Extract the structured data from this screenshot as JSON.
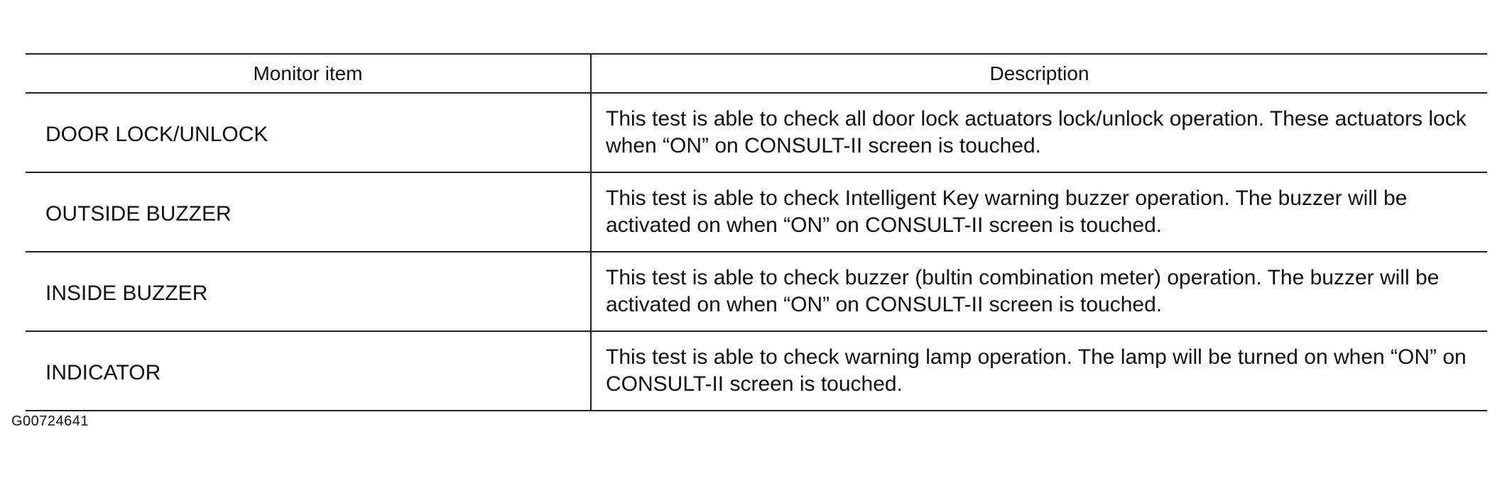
{
  "table": {
    "headers": {
      "item": "Monitor item",
      "description": "Description"
    },
    "rows": [
      {
        "item": "DOOR LOCK/UNLOCK",
        "description": "This test is able to check all door lock actuators lock/unlock operation. These actuators lock when “ON” on CONSULT-II screen is touched."
      },
      {
        "item": "OUTSIDE BUZZER",
        "description": "This test is able to check Intelligent Key warning buzzer operation. The buzzer will be activated on when “ON” on CONSULT-II screen is touched."
      },
      {
        "item": "INSIDE BUZZER",
        "description": "This test is able to check buzzer (bultin combination meter) operation. The buzzer will be activated on when “ON” on CONSULT-II screen is touched."
      },
      {
        "item": "INDICATOR",
        "description": "This test is able to check warning lamp operation. The lamp will be turned on when “ON” on CONSULT-II screen is touched."
      }
    ]
  },
  "footer": {
    "code": "G00724641"
  }
}
